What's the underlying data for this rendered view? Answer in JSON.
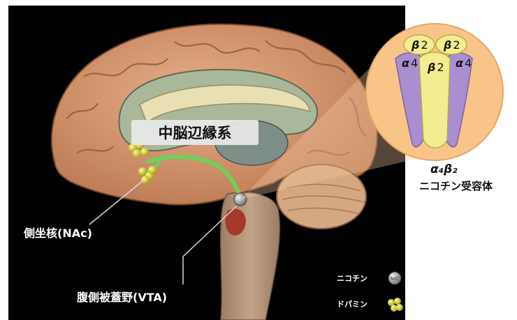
{
  "title_label": "中脳辺縁系",
  "labels": {
    "nac": "側坐核(NAc)",
    "vta": "腹側被蓋野(VTA)"
  },
  "receptor": {
    "caption_formula": "α₄β₂",
    "caption_name": "ニコチン受容体",
    "subunits": [
      {
        "symbol": "α",
        "index": "4",
        "color": "#a98fd0"
      },
      {
        "symbol": "β",
        "index": "2",
        "color": "#f4ec90"
      },
      {
        "symbol": "β",
        "index": "2",
        "color": "#f4ec90"
      },
      {
        "symbol": "β",
        "index": "2",
        "color": "#f4ec90"
      },
      {
        "symbol": "α",
        "index": "4",
        "color": "#a98fd0"
      }
    ]
  },
  "legend": {
    "nicotine": "ニコチン",
    "nicotine_mark": "NIC",
    "dopamine": "ドパミン"
  },
  "colors": {
    "background": "#000000",
    "pathway": "#6fd05a",
    "dopamine": "#e8e22a",
    "receptor_bg": "#f8c488"
  }
}
